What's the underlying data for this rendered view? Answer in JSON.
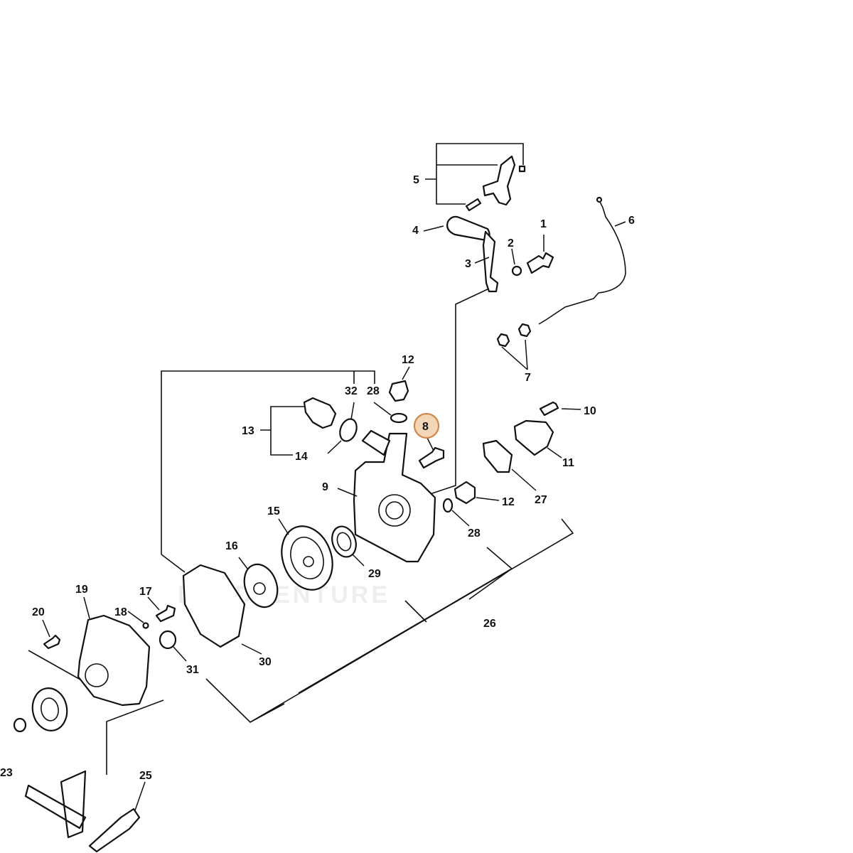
{
  "diagram": {
    "watermark": "LEADVENTURE",
    "highlighted_part": "8",
    "highlight_color": "#f3d6b8",
    "highlight_border_color": "#d2874a",
    "callouts": {
      "c1": "1",
      "c2": "2",
      "c3": "3",
      "c4": "4",
      "c5": "5",
      "c6": "6",
      "c7": "7",
      "c8": "8",
      "c9": "9",
      "c10": "10",
      "c11": "11",
      "c12a": "12",
      "c12b": "12",
      "c13": "13",
      "c14": "14",
      "c15": "15",
      "c16": "16",
      "c17": "17",
      "c18": "18",
      "c19": "19",
      "c20": "20",
      "c23": "23",
      "c25": "25",
      "c26": "26",
      "c27": "27",
      "c28a": "28",
      "c28b": "28",
      "c29": "29",
      "c30": "30",
      "c31": "31",
      "c32": "32"
    }
  }
}
